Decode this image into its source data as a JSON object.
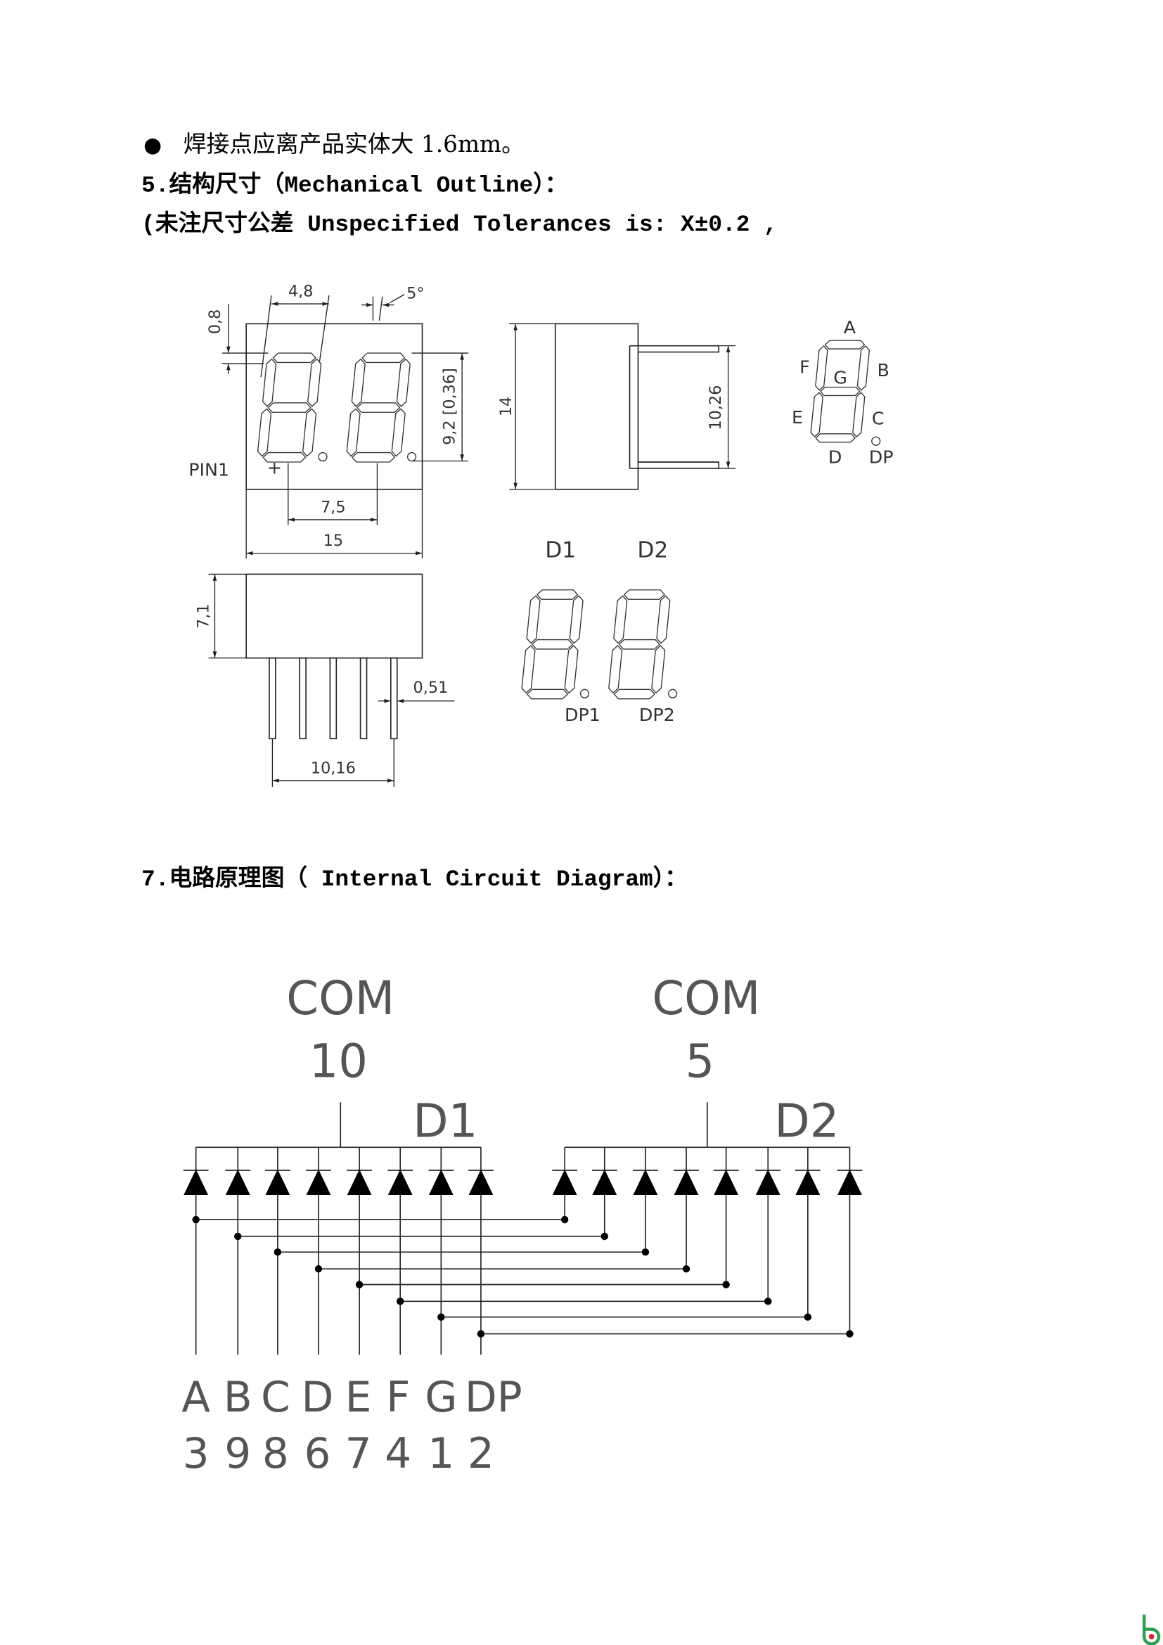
{
  "page": {
    "bullet_symbol": "●",
    "solder_note": "焊接点应离产品实体大 1.6mm。",
    "section5_title": "5.结构尺寸（Mechanical Outline）：",
    "tolerance_note": "(未注尺寸公差 Unspecified Tolerances is: X±0.2 ,",
    "section7_title": "7.电路原理图（ Internal Circuit Diagram）："
  },
  "mechanical_outline": {
    "front_view": {
      "digit_width_dim": "4,8",
      "slant_angle": "5°",
      "segment_offset_dim": "0,8",
      "digit_height_dim": "9,2 [0,36]",
      "digit_pitch_dim": "7,5",
      "width_dim": "15",
      "pin1_label": "PIN1",
      "pin1_marker": "+"
    },
    "side_view": {
      "height_dim": "14",
      "lead_span_dim": "10,26"
    },
    "bottom_view": {
      "depth_dim": "7,1",
      "pin_width_dim": "0,51",
      "pin_span_dim": "10,16"
    },
    "segment_map": [
      "A",
      "B",
      "C",
      "D",
      "E",
      "F",
      "G",
      "DP"
    ],
    "digit_labels": {
      "d1": "D1",
      "d2": "D2",
      "dp1": "DP1",
      "dp2": "DP2"
    }
  },
  "circuit": {
    "com1": {
      "label": "COM",
      "pin": "10",
      "digit": "D1"
    },
    "com2": {
      "label": "COM",
      "pin": "5",
      "digit": "D2"
    },
    "segments": [
      {
        "name": "A",
        "pin": "3"
      },
      {
        "name": "B",
        "pin": "9"
      },
      {
        "name": "C",
        "pin": "8"
      },
      {
        "name": "D",
        "pin": "6"
      },
      {
        "name": "E",
        "pin": "7"
      },
      {
        "name": "F",
        "pin": "4"
      },
      {
        "name": "G",
        "pin": "1"
      },
      {
        "name": "DP",
        "pin": "2"
      }
    ]
  },
  "colors": {
    "ink": "#000000",
    "line": "#222222",
    "logo_green": "#2e9e4f",
    "logo_red": "#d62828"
  }
}
